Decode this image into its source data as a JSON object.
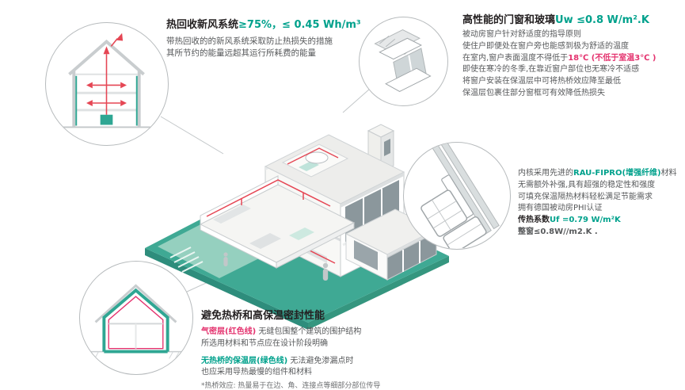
{
  "colors": {
    "accent_green": "#00a18c",
    "accent_red": "#e4326e",
    "diagram_red": "#e54654",
    "platform_teal": "#3fa994",
    "line_gray": "#c3c7c9"
  },
  "hrv": {
    "title": "热回收新风系统",
    "title_value": "≥75%，≤ 0.45 Wh/m³",
    "line1": "带热回收的的新风系统采取防止热损失的措施",
    "line2": "其所节约的能量远超其运行所耗费的能量"
  },
  "windows": {
    "title": "高性能的门窗和玻璃",
    "title_value": "Uw ≤0.8 W/m².K",
    "line1": "被动房窗户针对舒适度的指导原则",
    "line2": "使住户即便处在窗户旁也能感到极为舒适的温度",
    "line3_a": "在室内,窗户表面温度不得低于",
    "line3_b": "18℃ (不低于室温3℃ )",
    "line4": "即使在寒冷的冬季,在靠近窗户部位也无寒冷不适感",
    "line5": "将窗户安装在保温层中可将热桥效应降至最低",
    "line6": "保温层包裹住部分窗框可有效降低热损失"
  },
  "profile": {
    "line1_a": "内核采用先进的",
    "line1_b": "RAU-FIPRO(增强纤维)",
    "line1_c": "材料",
    "line2": "无需额外补强,具有超强的稳定性和强度",
    "line3": "可填充保温隔热材料轻松满足节能需求",
    "line4": "拥有德国被动房PHI认证",
    "line5_a": "传热系数",
    "line5_b": "Uf =0.79 W/m²K",
    "line6": "整窗≤0.8W//m2.K ."
  },
  "thermal": {
    "title": "避免热桥和高保温密封性能",
    "line1_a": "气密层(红色线)",
    "line1_b": " 无缝包围整个建筑的围护结构",
    "line2": "所选用材料和节点应在设计阶段明确",
    "line3_a": "无热桥的保温层(绿色线)",
    "line3_b": " 无法避免渗漏点时",
    "line4": "也应采用导热最慢的组件和材料",
    "note": "*热桥效应: 热量易于在边、角、连接点等细部分部位传导"
  }
}
